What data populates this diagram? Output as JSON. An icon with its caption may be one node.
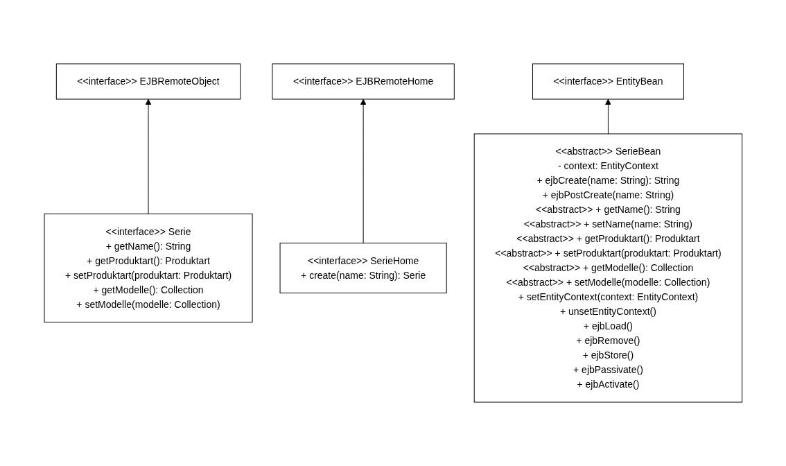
{
  "diagram": {
    "nodes": [
      {
        "text": [
          "<<interface>> EJBRemoteObject"
        ]
      },
      {
        "text": [
          "<<interface>> EJBRemoteHome"
        ]
      },
      {
        "text": [
          "<<interface>> EntityBean"
        ]
      },
      {
        "text": [
          "<<interface>> Serie",
          "+ getName(): String",
          "+ getProduktart(): Produktart",
          "+ setProduktart(produktart: Produktart)",
          "+ getModelle(): Collection",
          "+ setModelle(modelle: Collection)"
        ]
      },
      {
        "text": [
          "<<interface>> SerieHome",
          "+ create(name: String): Serie"
        ]
      },
      {
        "text": [
          "<<abstract>> SerieBean",
          "- context: EntityContext",
          "+ ejbCreate(name: String): String",
          "+ ejbPostCreate(name: String)",
          "<<abstract>> + getName(): String",
          "<<abstract>> + setName(name: String)",
          "<<abstract>> + getProduktart(): Produktart",
          "<<abstract>> + setProduktart(produktart: Produktart)",
          "<<abstract>> + getModelle(): Collection",
          "<<abstract>> + setModelle(modelle: Collection)",
          "+ setEntityContext(context: EntityContext)",
          "+ unsetEntityContext()",
          "+ ejbLoad()",
          "+ ejbRemove()",
          "+ ejbStore()",
          "+ ejbPassivate()",
          "+ ejbActivate()"
        ]
      }
    ],
    "edges": [
      {
        "from": 3,
        "to": 0,
        "arrow": "to"
      },
      {
        "from": 4,
        "to": 1,
        "arrow": "to"
      },
      {
        "from": 5,
        "to": 2,
        "arrow": "to"
      }
    ]
  }
}
